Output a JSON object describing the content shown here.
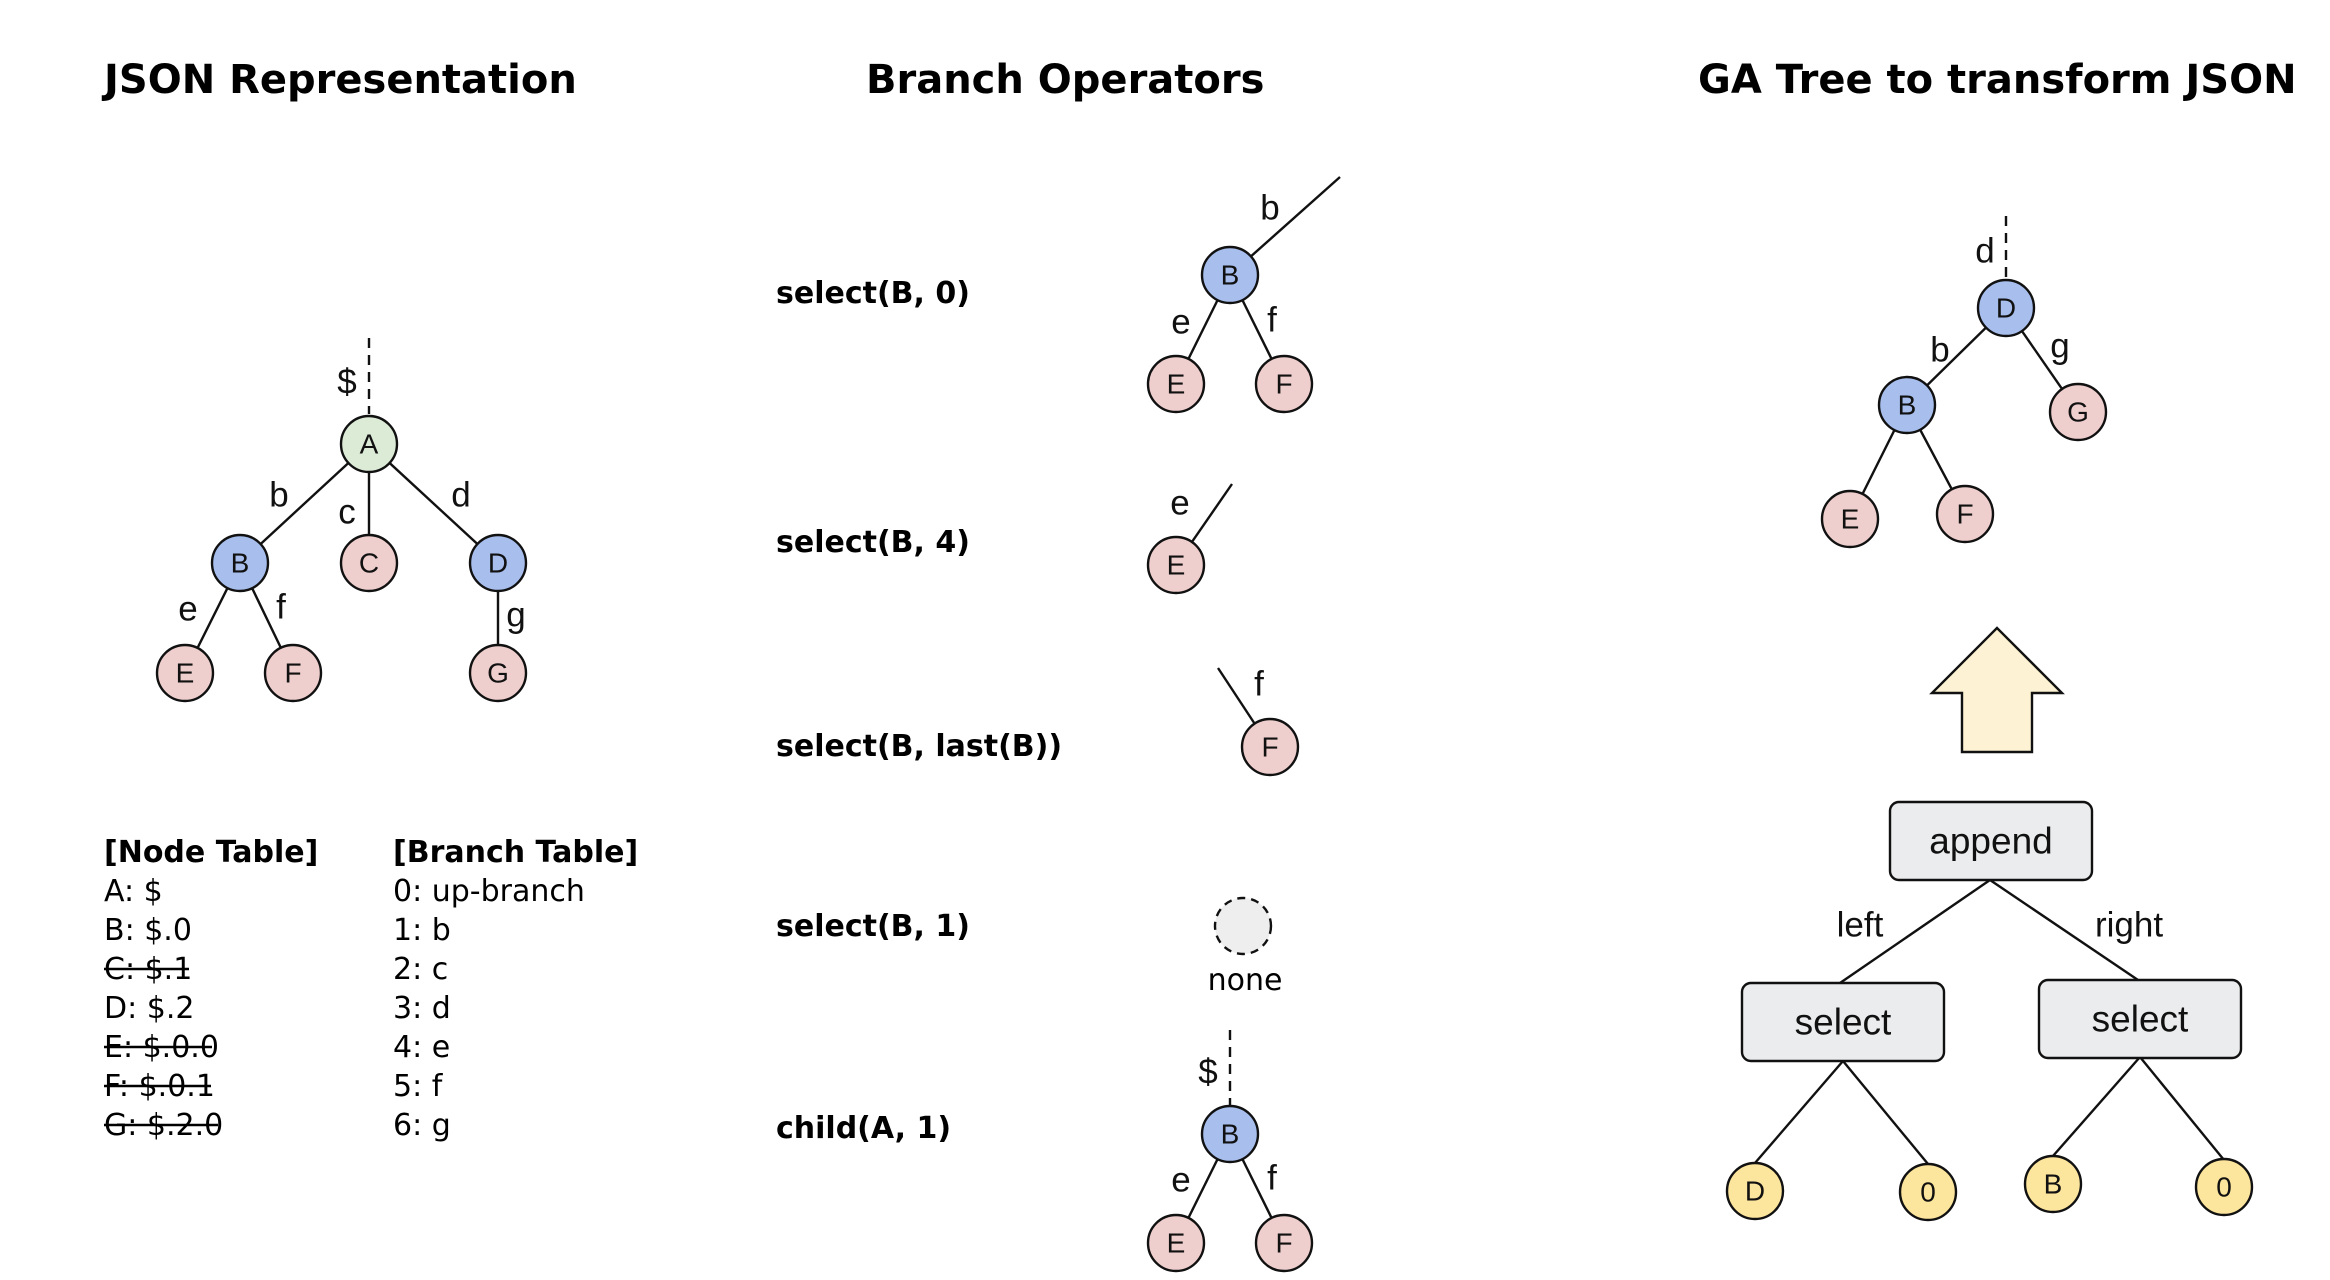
{
  "titles": {
    "json": "JSON Representation",
    "branch": "Branch Operators",
    "ga": "GA Tree to transform JSON"
  },
  "colors": {
    "root_green": "#dcebd6",
    "blue": "#a8bfee",
    "pink": "#eecfcd",
    "yellow": "#fce59c",
    "none_gray": "#eeeeee",
    "box_gray": "#eaeced",
    "arrow_fill": "#fdf3d4"
  },
  "json_tree": {
    "root_label": "$",
    "nodes": {
      "A": "A",
      "B": "B",
      "C": "C",
      "D": "D",
      "E": "E",
      "F": "F",
      "G": "G"
    },
    "edges": {
      "b": "b",
      "c": "c",
      "d": "d",
      "e": "e",
      "f": "f",
      "g": "g"
    }
  },
  "node_table": {
    "header": "[Node Table]",
    "rows": [
      {
        "text": "A: $",
        "struck": false
      },
      {
        "text": "B: $.0",
        "struck": false
      },
      {
        "text": "C: $.1",
        "struck": true
      },
      {
        "text": "D: $.2",
        "struck": false
      },
      {
        "text": "E: $.0.0",
        "struck": true
      },
      {
        "text": "F: $.0.1",
        "struck": true
      },
      {
        "text": "G: $.2.0",
        "struck": true
      }
    ]
  },
  "branch_table": {
    "header": "[Branch Table]",
    "rows": [
      "0: up-branch",
      "1: b",
      "2: c",
      "3: d",
      "4: e",
      "5: f",
      "6: g"
    ]
  },
  "operators": [
    {
      "label": "select(B, 0)",
      "up_label": "b",
      "node": "B",
      "left_edge": "e",
      "right_edge": "f",
      "left": "E",
      "right": "F"
    },
    {
      "label": "select(B, 4)",
      "up_label": "e",
      "node": "E"
    },
    {
      "label": "select(B, last(B))",
      "up_label": "f",
      "node": "F"
    },
    {
      "label": "select(B, 1)",
      "result": "none"
    },
    {
      "label": "child(A, 1)",
      "up_label": "$",
      "node": "B",
      "left_edge": "e",
      "right_edge": "f",
      "left": "E",
      "right": "F"
    }
  ],
  "result_tree": {
    "up_label": "d",
    "nodes": {
      "D": "D",
      "B": "B",
      "G": "G",
      "E": "E",
      "F": "F"
    },
    "edges": {
      "b": "b",
      "g": "g"
    }
  },
  "ga_tree": {
    "root": "append",
    "left_label": "left",
    "right_label": "right",
    "left_select": "select",
    "right_select": "select",
    "left_args": [
      "D",
      "0"
    ],
    "right_args": [
      "B",
      "0"
    ]
  }
}
